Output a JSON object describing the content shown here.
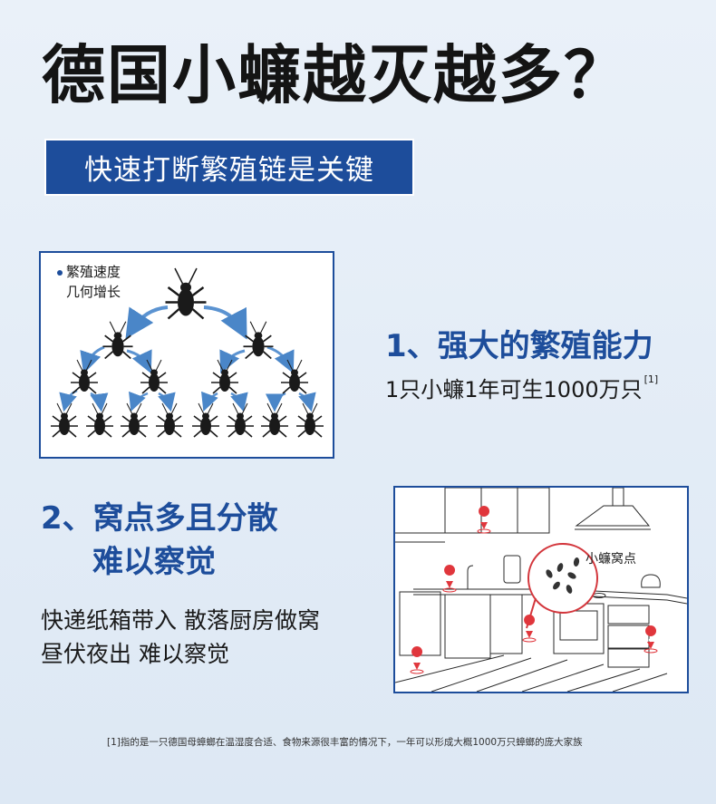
{
  "title": "德国小蠊越灭越多？",
  "banner": "快速打断繁殖链是关键",
  "panel1": {
    "legend_line1": "繁殖速度",
    "legend_line2": "几何增长"
  },
  "point1": {
    "heading": "1、强大的繁殖能力",
    "text": "1只小蠊1年可生1000万只",
    "footnote_ref": "[1]"
  },
  "point2": {
    "heading_line1": "2、窝点多且分散",
    "heading_line2": "难以察觉",
    "desc_line1": "快递纸箱带入 散落厨房做窝",
    "desc_line2": "昼伏夜出 难以察觉",
    "kitchen_label": "小蠊窝点"
  },
  "footnote": "[1]指的是一只德国母蟑螂在温湿度合适、食物来源很丰富的情况下，一年可以形成大概1000万只蟑螂的庞大家族",
  "colors": {
    "accent": "#1d4d9b",
    "marker": "#e0363c"
  }
}
